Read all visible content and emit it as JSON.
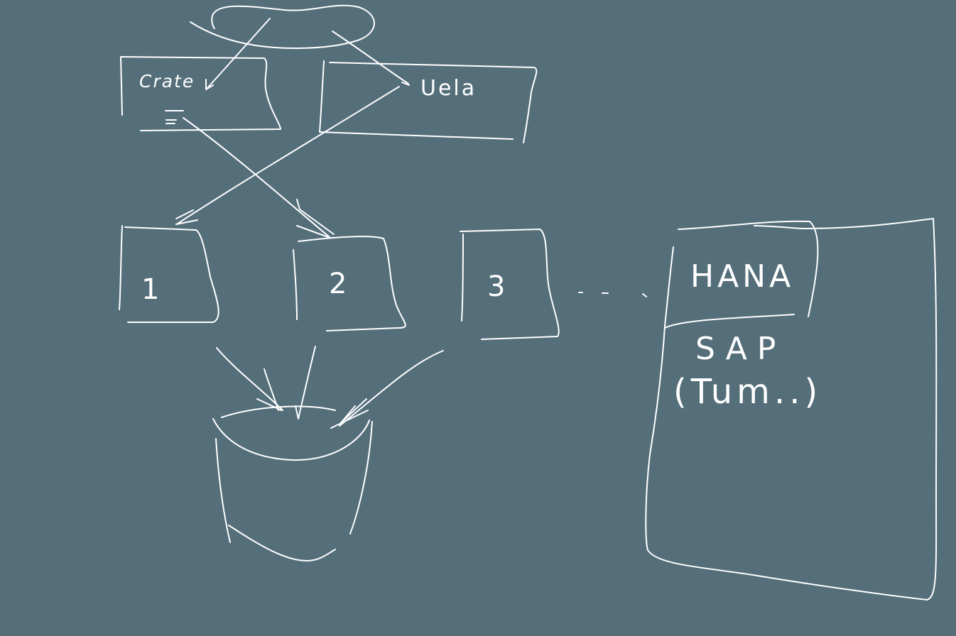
{
  "canvas": {
    "background_color": "#546e7a",
    "ink_color": "#ffffff"
  },
  "labels": {
    "crate": "Crate",
    "uela": "Uela",
    "node_1": "1",
    "node_2": "2",
    "node_3": "3",
    "hana": "HANA",
    "sap": "SAP",
    "tum": "(Tum..)"
  },
  "icons": {
    "database": "bucket-cylinder-sketch"
  }
}
